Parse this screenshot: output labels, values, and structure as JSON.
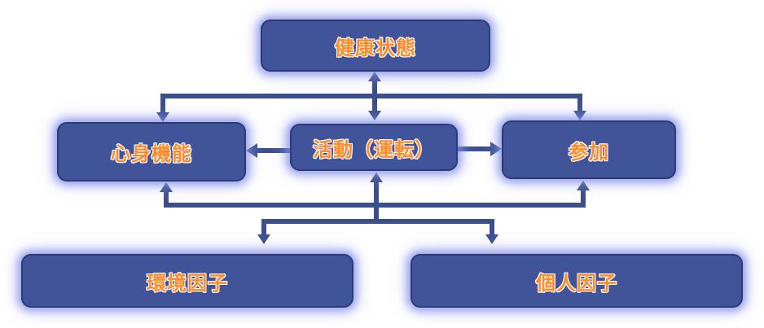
{
  "diagram": {
    "health_condition": "健康状態",
    "body_functions": "心身機能",
    "activity": "活動（運転）",
    "participation": "参加",
    "environmental_factors": "環境因子",
    "personal_factors": "個人因子"
  },
  "colors": {
    "box_fill": "#41549a",
    "box_border": "#2c3b74",
    "glow": "#7a8ae6",
    "label_text": "#ff8a2a",
    "label_outline": "#ffffff",
    "connector": "#3b4f8f"
  }
}
